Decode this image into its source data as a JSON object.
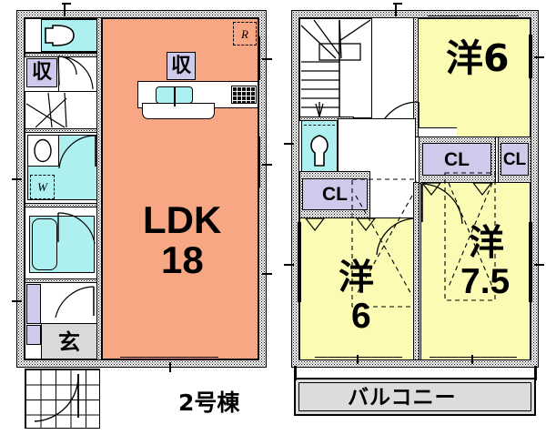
{
  "plan": {
    "building_label": "2号棟",
    "floor1": {
      "rooms": [
        {
          "name": "ldk",
          "label_line1": "LDK",
          "label_line2": "18"
        },
        {
          "name": "entrance",
          "label": "玄"
        },
        {
          "name": "storage_hall",
          "label": "収"
        },
        {
          "name": "storage_kitchen",
          "label": "収"
        }
      ],
      "markers": [
        {
          "name": "refrigerator-space",
          "label": "R"
        },
        {
          "name": "washing-machine-space",
          "label": "W"
        }
      ],
      "fixtures": [
        {
          "name": "toilet",
          "label": ""
        },
        {
          "name": "bathtub",
          "label": ""
        },
        {
          "name": "washbasin",
          "label": ""
        },
        {
          "name": "kitchen-sink",
          "label": ""
        },
        {
          "name": "stove",
          "label": ""
        }
      ]
    },
    "floor2": {
      "rooms": [
        {
          "name": "western-room-6-top",
          "label_main": "洋",
          "label_num": "6"
        },
        {
          "name": "western-room-6-bottom",
          "label_main": "洋",
          "label_num": "6"
        },
        {
          "name": "western-room-7-5",
          "label_main": "洋",
          "label_num": "7.5"
        }
      ],
      "closets": [
        {
          "name": "closet-left",
          "label": "CL"
        },
        {
          "name": "closet-center",
          "label": "CL"
        },
        {
          "name": "closet-right",
          "label": "CL"
        }
      ],
      "balcony": {
        "label": "バルコニー"
      },
      "fixtures": [
        {
          "name": "toilet-2f",
          "label": ""
        },
        {
          "name": "staircase",
          "label": ""
        }
      ]
    },
    "colors": {
      "ldk": "#F7A783",
      "room": "#FBFBB4",
      "water": "#AEEFF0",
      "closet": "#CFC9EC",
      "entrance": "#D9D9D9",
      "balcony": "#DCDCDC",
      "line": "#000000"
    }
  }
}
